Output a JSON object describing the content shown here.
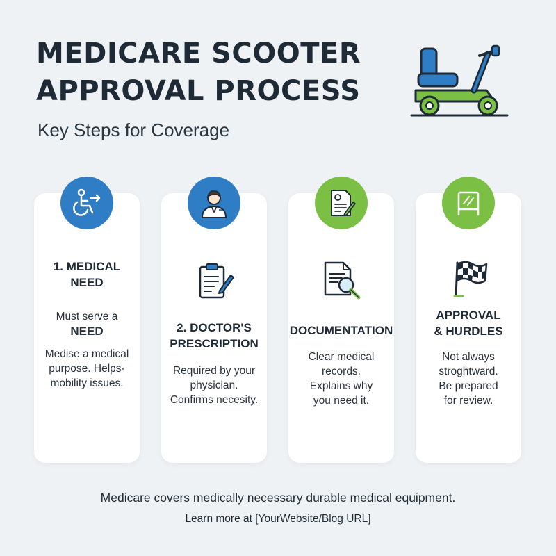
{
  "header": {
    "title_line1": "MEDICARE SCOOTER",
    "title_line2": "APPROVAL PROCESS",
    "subtitle": "Key Steps for Coverage"
  },
  "icons": {
    "scooter": "mobility-scooter-icon",
    "step1": "wheelchair-arrow-icon",
    "step2": "doctor-icon",
    "step2_mini": "clipboard-pen-icon",
    "step3": "document-signature-icon",
    "step3_mini": "document-magnifier-icon",
    "step4": "window-board-icon",
    "step4_mini": "checkered-flag-icon"
  },
  "colors": {
    "blue": "#2f7dc5",
    "green": "#7cbf45",
    "background": "#eef2f5",
    "card": "#ffffff"
  },
  "steps": [
    {
      "title_lines": [
        "1. MEDICAL",
        "NEED"
      ],
      "body_lines": [
        "Must serve a",
        "NEED",
        "Medise a medical",
        "purpose. Helps-",
        "mobility issues."
      ]
    },
    {
      "title_lines": [
        "2. DOCTOR'S",
        "PRESCRIPTION"
      ],
      "body_lines": [
        "Required by your",
        "physician.",
        "Confirms necesity."
      ]
    },
    {
      "title_lines": [
        "DOCUMENTATION"
      ],
      "body_lines": [
        "Clear medical",
        "records.",
        "Explains why",
        "you need it."
      ]
    },
    {
      "title_lines": [
        "APPROVAL",
        "& HURDLES"
      ],
      "body_lines": [
        "Not always",
        "stroghtward.",
        "Be prepared",
        "for review."
      ]
    }
  ],
  "footer": {
    "note": "Medicare covers medically necessary durable medical equipment.",
    "learn_prefix": "Learn more at ",
    "link_text": "[YourWebsite/Blog URL]"
  }
}
